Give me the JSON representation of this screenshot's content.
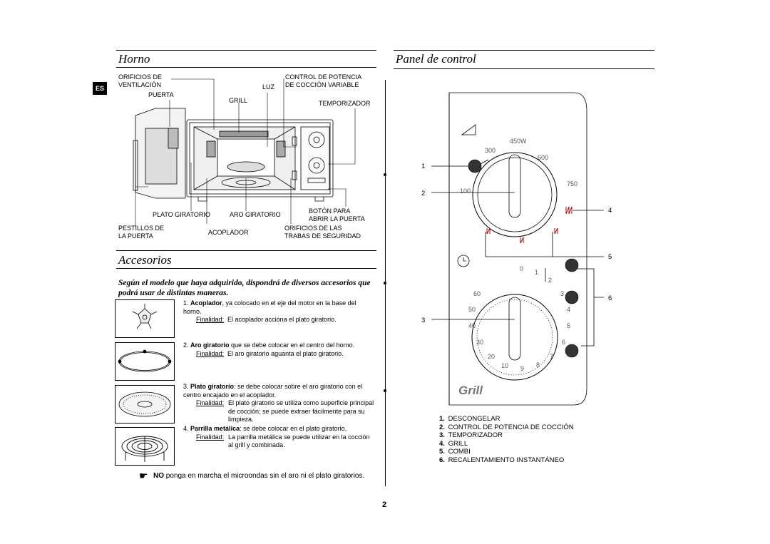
{
  "lang_tab": "ES",
  "page_number": "2",
  "horno": {
    "title": "Horno",
    "labels": {
      "orificios": "ORIFICIOS DE",
      "ventilacion": "VENTILACIÓN",
      "puerta": "PUERTA",
      "grill": "GRILL",
      "luz": "LUZ",
      "control1": "CONTROL DE POTENCIA",
      "control2": "DE COCCIÓN VARIABLE",
      "temporizador": "TEMPORIZADOR",
      "plato_giratorio": "PLATO GIRATORIO",
      "aro_giratorio": "ARO GIRATORIO",
      "boton1": "BOTÓN PARA",
      "boton2": "ABRIR LA PUERTA",
      "pestillos1": "PESTILLOS DE",
      "pestillos2": "LA PUERTA",
      "acoplador": "ACOPLADOR",
      "orif_las1": "ORIFICIOS DE LAS",
      "orif_las2": "TRABAS DE SEGURIDAD"
    }
  },
  "accesorios": {
    "title": "Accesorios",
    "intro": "Según el modelo que haya adquirido, dispondrá de diversos accesorios que podrá usar de distintas maneras.",
    "finalidad_label": "Finalidad:",
    "items": [
      {
        "num": "1.",
        "name": "Acoplador",
        "desc": ", ya colocado en el eje del motor en la base del horno.",
        "purpose": "El acoplador acciona el plato giratorio."
      },
      {
        "num": "2.",
        "name": "Aro giratorio",
        "desc": " que se debe colocar en el centro del horno.",
        "purpose": "El aro giratorio aguanta el plato giratorio."
      },
      {
        "num": "3.",
        "name": "Plato giratorio",
        "desc": ": se debe colocar sobre el aro giratorio con el centro encajado en el acoplador.",
        "purpose": "El plato giratorio se utiliza como superficie principal de cocción; se puede extraer fácilmente para su limpieza."
      },
      {
        "num": "4.",
        "name": "Parrilla metálica",
        "desc": ": se debe colocar en el plato giratorio.",
        "purpose": "La parrilla metálica se puede utilizar en la cocción al grill y combinada."
      }
    ],
    "note_bold": "NO",
    "note_text": " ponga en marcha el microondas sin el aro ni el plato giratorios."
  },
  "panel": {
    "title": "Panel de control",
    "callouts": [
      "1",
      "2",
      "3",
      "4",
      "5",
      "6"
    ],
    "power_scale": [
      "100",
      "300",
      "450W",
      "600",
      "750"
    ],
    "timer_scale": [
      "0",
      "1",
      "2",
      "3",
      "4",
      "5",
      "6",
      "7",
      "8",
      "9",
      "10",
      "20",
      "30",
      "40",
      "50",
      "60"
    ],
    "brand": "Grill",
    "list": [
      {
        "num": "1.",
        "text": "DESCONGELAR"
      },
      {
        "num": "2.",
        "text": "CONTROL DE POTENCIA DE COCCIÓN"
      },
      {
        "num": "3.",
        "text": "TEMPORIZADOR"
      },
      {
        "num": "4.",
        "text": "GRILL"
      },
      {
        "num": "5.",
        "text": "COMBI"
      },
      {
        "num": "6.",
        "text": "RECALENTAMIENTO INSTANTÁNEO"
      }
    ]
  }
}
